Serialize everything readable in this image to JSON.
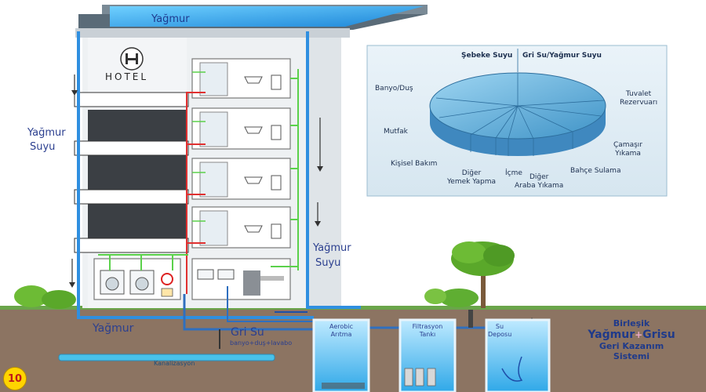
{
  "labels": {
    "roof_top": "Yağmur",
    "hotel_sign": "HOTEL",
    "left_rain_1": "Yağmur",
    "left_rain_2": "Suyu",
    "right_rain_1": "Yağmur",
    "right_rain_2": "Suyu",
    "ground_rain": "Yağmur",
    "grey_water": "Gri Su",
    "grey_water_sub": "banyo+duş+lavabo",
    "sewer": "Kanalizasyon",
    "slide_number": "10"
  },
  "tanks": [
    {
      "line1": "Aerobic",
      "line2": "Arıtma"
    },
    {
      "line1": "Filtrasyon",
      "line2": "Tankı"
    },
    {
      "line1": "Su",
      "line2": "Deposu"
    }
  ],
  "title": {
    "line1": "Birleşik",
    "line2a": "Yağmur",
    "plus": "+",
    "line2b": "Grisu",
    "line3": "Geri Kazanım",
    "line4": "Sistemi"
  },
  "pie": {
    "header_left": "Şebeke Suyu",
    "header_right": "Gri Su/Yağmur Suyu",
    "labels": {
      "banyo": "Banyo/Duş",
      "mutfak": "Mutfak",
      "kisisel": "Kişisel Bakım",
      "diger1_a": "Diğer",
      "diger1_b": "Yemek Yapma",
      "icme": "İçme",
      "diger2_a": "Diğer",
      "diger2_b": "Araba Yıkama",
      "bahce": "Bahçe Sulama",
      "camasir_a": "Çamaşır",
      "camasir_b": "Yıkama",
      "tuvalet_a": "Tuvalet",
      "tuvalet_b": "Rezervuarı"
    }
  },
  "colors": {
    "rain_pipe": "#2f8fe0",
    "grey_pipe": "#2f6fbf",
    "hot_pipe": "#e03030",
    "green_pipe": "#5bd14b",
    "ground": "#8c7462",
    "water": "#3fb8ef"
  }
}
